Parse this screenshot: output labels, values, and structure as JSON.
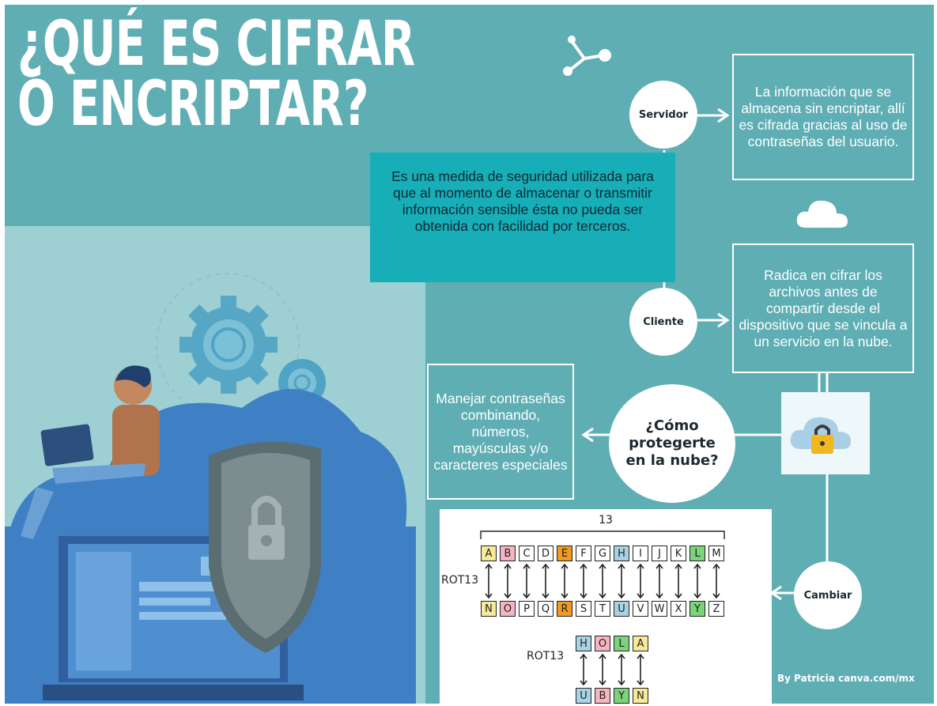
{
  "title": {
    "line1": "¿QUÉ ES CIFRAR",
    "line2": "O ENCRIPTAR?"
  },
  "definition": "Es una medida de seguridad utilizada para que al momento de almacenar o transmitir información sensible ésta no pueda ser obtenida con facilidad por terceros.",
  "nodes": {
    "servidor": "Servidor",
    "cliente": "Cliente",
    "cambiar": "Cambiar",
    "proteger": "¿Cómo protegerte en la nube?"
  },
  "boxes": {
    "servidor_text": "La información que se almacena sin encriptar, allí es cifrada gracias al uso de contraseñas del usuario.",
    "cliente_text": "Radica en cifrar los archivos antes de compartir desde el dispositivo que se vincula a un servicio en la nube.",
    "proteger_text": "Manejar contraseñas combinando, números, mayúsculas y/o caracteres especiales"
  },
  "rot13": {
    "span_label": "13",
    "label": "ROT13",
    "top_row": [
      "A",
      "B",
      "C",
      "D",
      "E",
      "F",
      "G",
      "H",
      "I",
      "J",
      "K",
      "L",
      "M"
    ],
    "bottom_row": [
      "N",
      "O",
      "P",
      "Q",
      "R",
      "S",
      "T",
      "U",
      "V",
      "W",
      "X",
      "Y",
      "Z"
    ],
    "word_top": [
      "H",
      "O",
      "L",
      "A"
    ],
    "word_bottom": [
      "U",
      "B",
      "Y",
      "N"
    ],
    "colors": {
      "yellow": "#f7e99a",
      "pink": "#f5b5c0",
      "orange": "#f39a1e",
      "blue": "#a9d3e5",
      "green": "#7bd37a"
    },
    "top_colors": [
      "yellow",
      "pink",
      "",
      "",
      "orange",
      "",
      "",
      "blue",
      "",
      "",
      "",
      "green",
      ""
    ],
    "bottom_colors": [
      "yellow",
      "pink",
      "",
      "",
      "orange",
      "",
      "",
      "blue",
      "",
      "",
      "",
      "green",
      ""
    ],
    "word_top_colors": [
      "blue",
      "pink",
      "green",
      "yellow"
    ],
    "word_bottom_colors": [
      "blue",
      "pink",
      "green",
      "yellow"
    ]
  },
  "credit": "By Patricia  canva.com/mx",
  "icons": {
    "molecule": "molecule-icon",
    "cloud": "cloud-icon",
    "cloud_lock": "cloud-lock-icon",
    "illustration": "person-laptop-shield-illustration"
  }
}
